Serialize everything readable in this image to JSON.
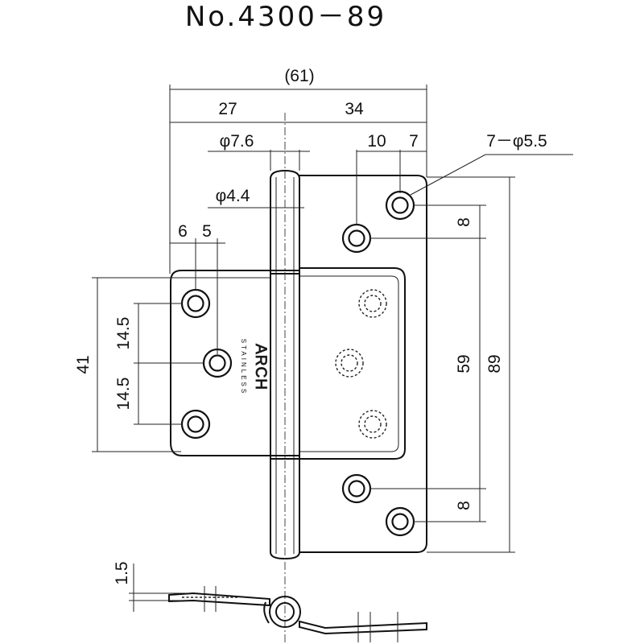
{
  "title": "No.4300－89",
  "brand_mark": {
    "name": "ARCH",
    "sub": "STAINLESS"
  },
  "dimensions": {
    "overall_width": "(61)",
    "left_width": "27",
    "right_width": "34",
    "pin_outer_dia": "φ7.6",
    "pin_inner_dia": "φ4.4",
    "right_hole_offset_a": "10",
    "right_hole_offset_b": "7",
    "hole_spec": "7－φ5.5",
    "left_hole_offset_a": "6",
    "left_hole_offset_b": "5",
    "left_pitch_upper": "14.5",
    "left_pitch_lower": "14.5",
    "left_height": "41",
    "right_top_gap": "8",
    "right_bottom_gap": "8",
    "right_hole_span": "59",
    "overall_height": "89",
    "thickness": "1.5"
  }
}
